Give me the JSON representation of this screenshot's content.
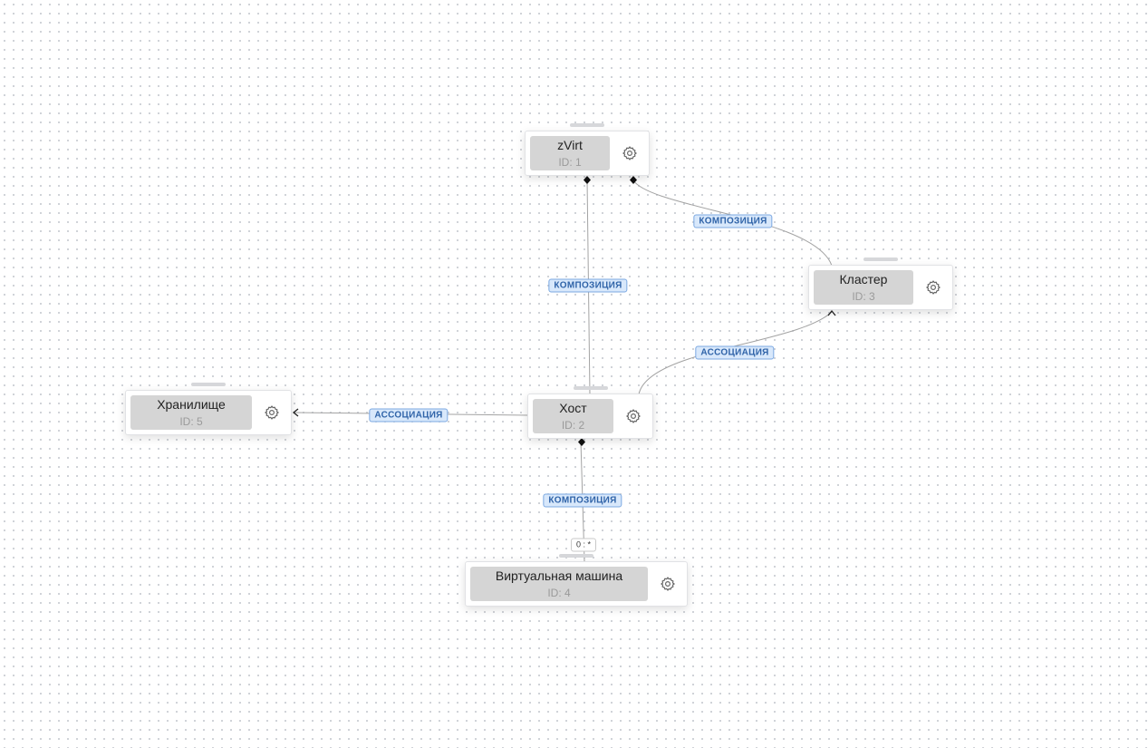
{
  "nodes": {
    "zvirt": {
      "title": "zVirt",
      "sub": "ID: 1"
    },
    "cluster": {
      "title": "Кластер",
      "sub": "ID: 3"
    },
    "host": {
      "title": "Хост",
      "sub": "ID: 2"
    },
    "storage": {
      "title": "Хранилище",
      "sub": "ID: 5"
    },
    "vm": {
      "title": "Виртуальная машина",
      "sub": "ID: 4"
    }
  },
  "edges": {
    "zvirt_cluster": "КОМПОЗИЦИЯ",
    "zvirt_host": "КОМПОЗИЦИЯ",
    "host_cluster": "АССОЦИАЦИЯ",
    "host_storage": "АССОЦИАЦИЯ",
    "host_vm": "КОМПОЗИЦИЯ",
    "host_vm_multiplicity": "0 : *"
  },
  "icons": {
    "settings": "gear-icon"
  },
  "colors": {
    "edge_label_bg": "#d8e8fb",
    "edge_label_border": "#7ba8e2",
    "edge_label_text": "#2f63a8",
    "node_inner": "#d5d5d5"
  }
}
